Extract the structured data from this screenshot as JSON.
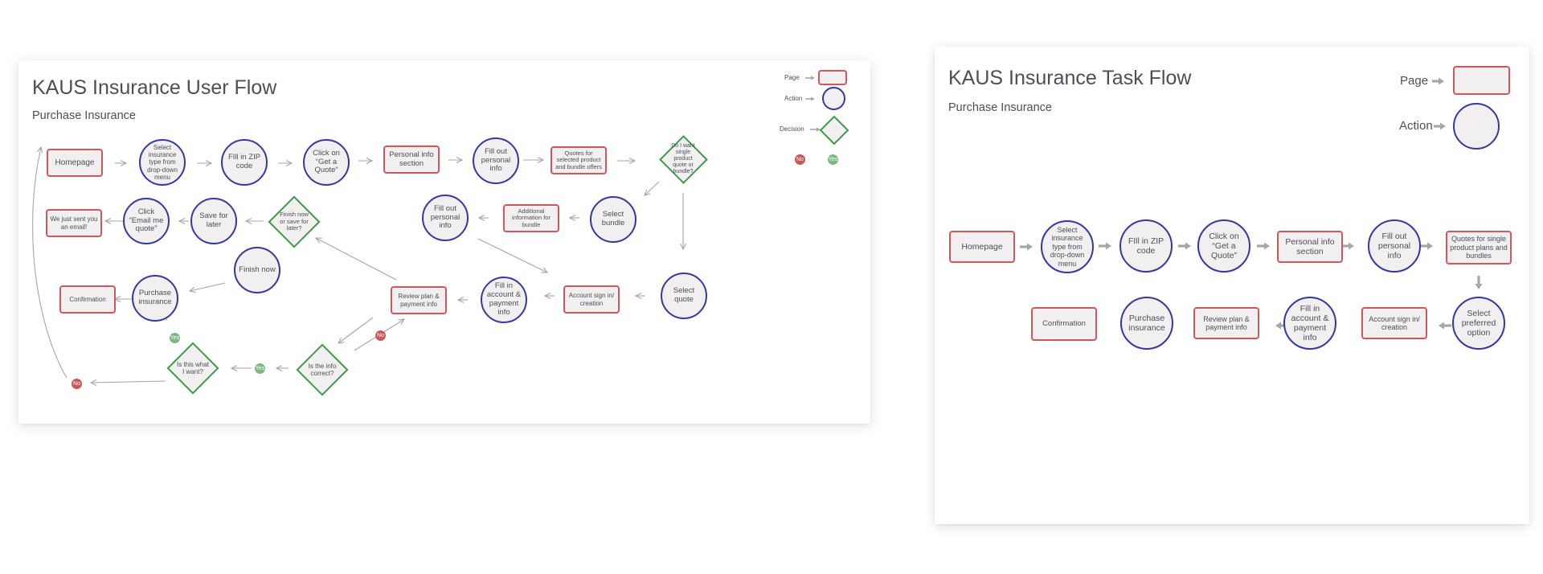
{
  "user_flow": {
    "title": "KAUS Insurance User Flow",
    "subtitle": "Purchase Insurance",
    "legend": {
      "page": "Page",
      "action": "Action",
      "decision": "Decision",
      "no": "No",
      "yes": "Yes"
    },
    "nodes": {
      "homepage": "Homepage",
      "select_insurance_type": "Select insurance type from drop-down menu",
      "fill_zip": "FIll in ZIP code",
      "click_get_quote": "Click on “Get a Quote”",
      "personal_info_section": "Personal info section",
      "fill_personal_info": "Fill out personal info",
      "quotes_product_bundle": "Quotes for selected product and bundle offers",
      "single_or_bundle": "Do I want single product quote or bundle?",
      "select_bundle": "Select bundle",
      "additional_info_bundle": "Additional information for bundle",
      "fill_personal_info_2": "Fill out personal info",
      "finish_or_save": "Finish now or save for later?",
      "save_for_later": "Save for later",
      "click_email_quote": "Click “Email me quote”",
      "sent_email": "We just sent you an email!",
      "finish_now": "Finish now",
      "purchase_insurance": "Purchase insurance",
      "confirmation": "Confirmation",
      "select_quote": "Select quote",
      "account_sign_in": "Account sign in/ creation",
      "fill_account_payment": "Fill in account & payment info",
      "review_plan": "Review plan & payment info",
      "info_correct": "Is the info correct?",
      "what_i_want": "Is this what I want?"
    },
    "badges": {
      "no_1": "No",
      "yes_1": "Yes",
      "yes_2": "Yes",
      "no_2": "No"
    }
  },
  "task_flow": {
    "title": "KAUS Insurance Task Flow",
    "subtitle": "Purchase Insurance",
    "legend": {
      "page": "Page",
      "action": "Action"
    },
    "nodes": {
      "homepage": "Homepage",
      "select_insurance_type": "Select insurance type from drop-down menu",
      "fill_zip": "FIll in ZIP code",
      "click_get_quote": "Click on “Get a Quote”",
      "personal_info_section": "Personal info section",
      "fill_personal_info": "Fill out personal info",
      "quotes_single_bundles": "Quotes for single product plans and bundles",
      "select_preferred": "Select preferred option",
      "account_sign_in": "Account sign in/ creation",
      "fill_account_payment": "Fill in account & payment info",
      "review_plan": "Review plan & payment info",
      "purchase_insurance": "Purchase insurance",
      "confirmation": "Confirmation"
    }
  },
  "colors": {
    "page_border": "#d1575d",
    "action_border": "#3438a0",
    "decision_border": "#3f9a48",
    "node_fill": "#f1eff0",
    "no_badge": "#c9565b",
    "yes_badge": "#7ab97f",
    "connector": "#a6a6a6"
  }
}
